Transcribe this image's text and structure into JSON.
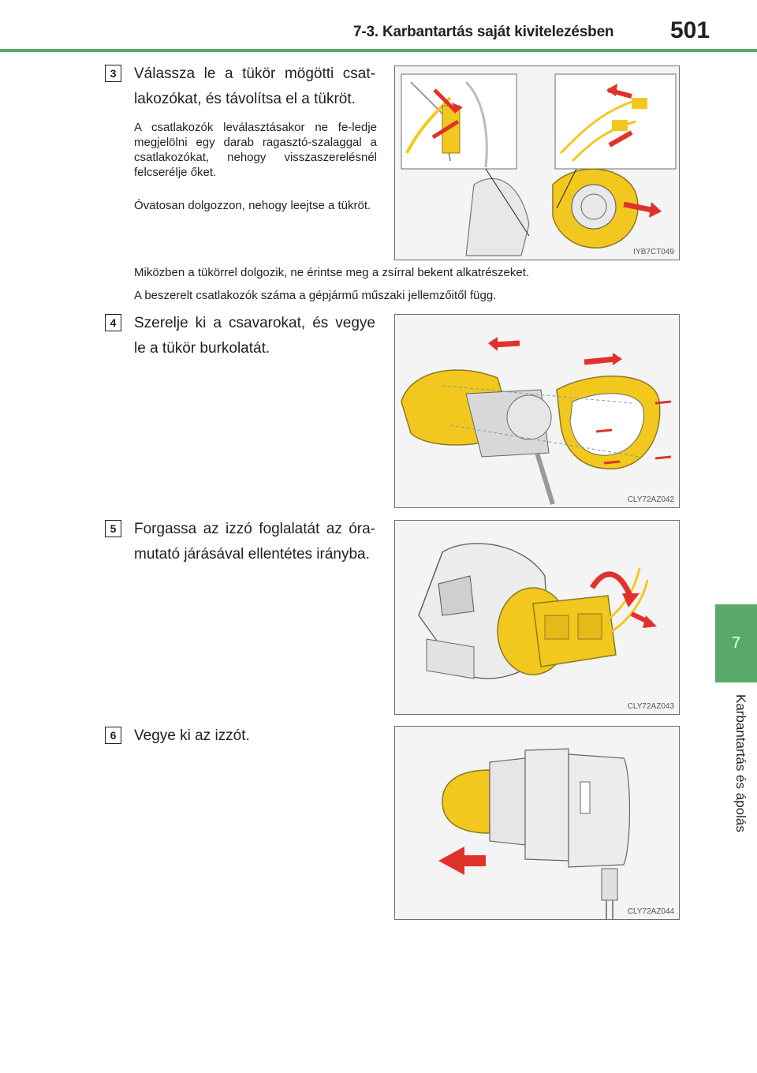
{
  "header": {
    "title": "7-3. Karbantartás saját kivitelezésben",
    "page_number": "501"
  },
  "side_tab": {
    "number": "7",
    "label": "Karbantartás és ápolás"
  },
  "steps": [
    {
      "number": "3",
      "text": "Válassza le a tükör mögötti csat-lakozókat, és távolítsa el a tükröt.",
      "notes": [
        "A csatlakozók leválasztásakor ne fe-ledje megjelölni egy darab ragasztó-szalaggal a csatlakozókat, nehogy visszaszerelésnél felcserélje őket.",
        "Óvatosan dolgozzon, nehogy leejtse a tükröt."
      ],
      "figure_code": "IYB7CT049",
      "full_notes": [
        "Miközben a tükörrel dolgozik, ne érintse meg a zsírral bekent alkatrészeket.",
        "A beszerelt csatlakozók száma a gépjármű műszaki jellemzőitől függ."
      ]
    },
    {
      "number": "4",
      "text": "Szerelje ki a csavarokat, és vegye le a tükör burkolatát.",
      "figure_code": "CLY72AZ042"
    },
    {
      "number": "5",
      "text": "Forgassa az izzó foglalatát az óra-mutató járásával ellentétes irányba.",
      "figure_code": "CLY72AZ043"
    },
    {
      "number": "6",
      "text": "Vegye ki az izzót.",
      "figure_code": "CLY72AZ044"
    }
  ],
  "colors": {
    "accent": "#5aa96a",
    "highlight_part": "#f2c81e",
    "arrow": "#e0322b"
  }
}
